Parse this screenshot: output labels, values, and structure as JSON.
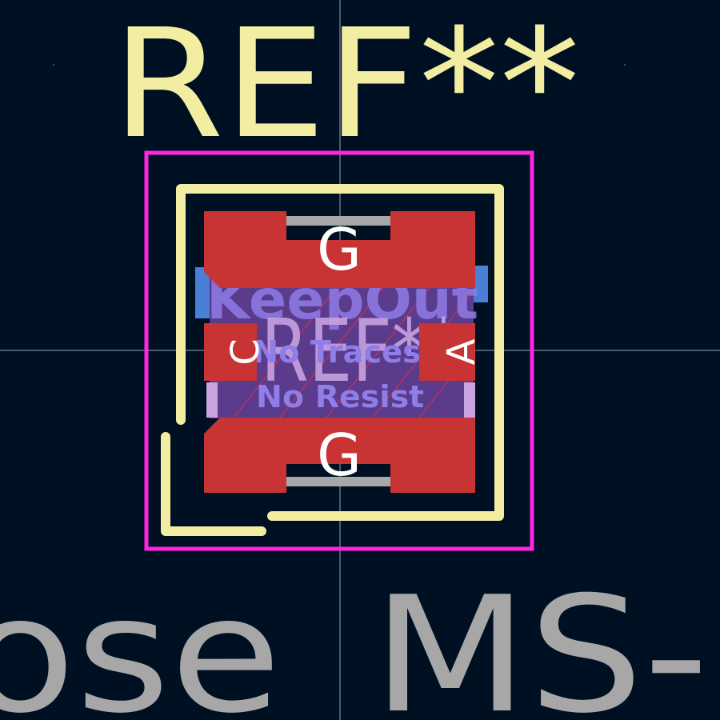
{
  "view": {
    "background": "#001023",
    "crosshair_color": "#9aa3b5"
  },
  "silkscreen": {
    "reference_text": "REF**",
    "color": "#f2eda1"
  },
  "courtyard": {
    "color": "#ff26e2"
  },
  "fab": {
    "reference_text": "REF**",
    "color": "#c8a3e0"
  },
  "keepout": {
    "title": "KeepOut",
    "line1": "No Traces",
    "line2": "No Resist",
    "text_color": "#8f7de8",
    "fill_color": "#5a3b8c",
    "hatch_color": "#e0304a"
  },
  "pads": {
    "color": "#c83434",
    "label_color": "#ffffff",
    "items": [
      {
        "name": "G"
      },
      {
        "name": "C"
      },
      {
        "name": "A"
      },
      {
        "name": "G"
      }
    ]
  },
  "footprint_name": {
    "text": "ose_MS-",
    "color": "#a7a7a7"
  }
}
